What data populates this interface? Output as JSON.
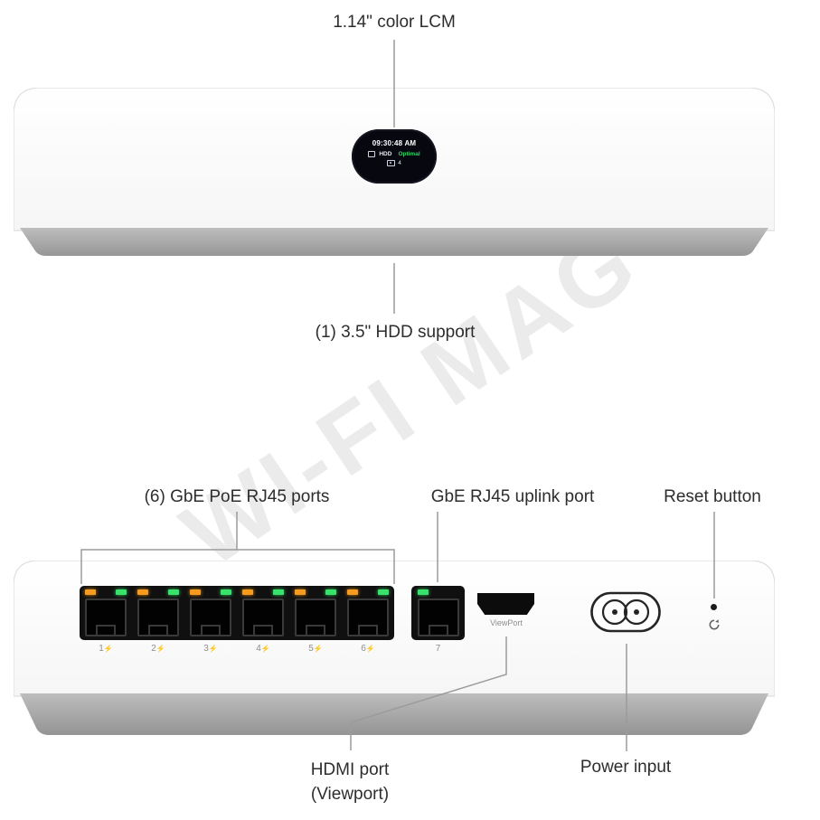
{
  "watermark_text": "WI-FI MAG",
  "front": {
    "label_lcm": "1.14\" color LCM",
    "label_hdd_support": "(1) 3.5\" HDD support",
    "lcd": {
      "time": "09:30:48 AM",
      "hdd": "HDD",
      "status": "Optimal",
      "camera_count": "4"
    }
  },
  "rear": {
    "label_poe_ports": "(6) GbE PoE RJ45 ports",
    "label_uplink": "GbE RJ45 uplink port",
    "label_reset": "Reset button",
    "label_hdmi_line1": "HDMI port",
    "label_hdmi_line2": "(Viewport)",
    "label_power": "Power input",
    "hdmi_print": "ViewPort",
    "poe_icon": "⚡",
    "port_numbers": [
      "1",
      "2",
      "3",
      "4",
      "5",
      "6"
    ],
    "uplink_number": "7"
  },
  "colors": {
    "led_orange": "#f59b1f",
    "led_green": "#39e26b",
    "lcd_status_green": "#35d06b",
    "callout_line_gray": "#9b9b9b",
    "device_base_gray": "#a3a3a3"
  }
}
